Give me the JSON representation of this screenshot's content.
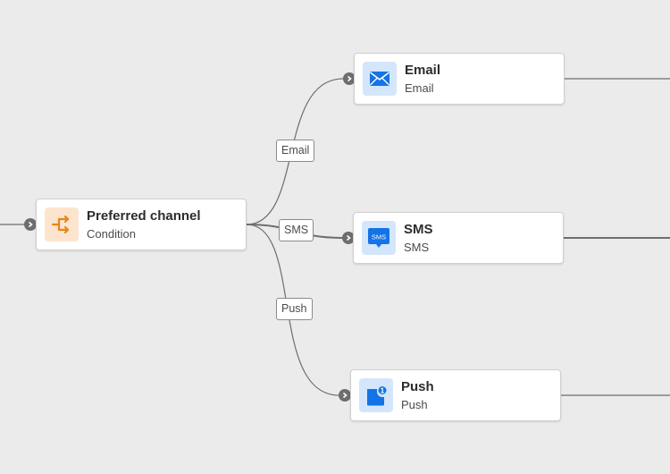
{
  "canvas": {
    "line_color": "#6e6e6e",
    "background": "#ebebeb"
  },
  "condition_node": {
    "title": "Preferred channel",
    "subtitle": "Condition",
    "icon": "branch-condition-icon",
    "icon_color": "#e68619",
    "icon_bg": "#fde4cf"
  },
  "branches": [
    {
      "label": "Email"
    },
    {
      "label": "SMS"
    },
    {
      "label": "Push"
    }
  ],
  "action_nodes": [
    {
      "title": "Email",
      "subtitle": "Email",
      "icon": "email-icon",
      "icon_bg": "#d4e6fb",
      "icon_color": "#1473e6"
    },
    {
      "title": "SMS",
      "subtitle": "SMS",
      "icon": "sms-icon",
      "icon_text": "SMS",
      "icon_bg": "#d4e6fb",
      "icon_color": "#1473e6"
    },
    {
      "title": "Push",
      "subtitle": "Push",
      "icon": "push-notification-icon",
      "badge": "1",
      "icon_bg": "#d4e6fb",
      "icon_color": "#1473e6"
    }
  ]
}
